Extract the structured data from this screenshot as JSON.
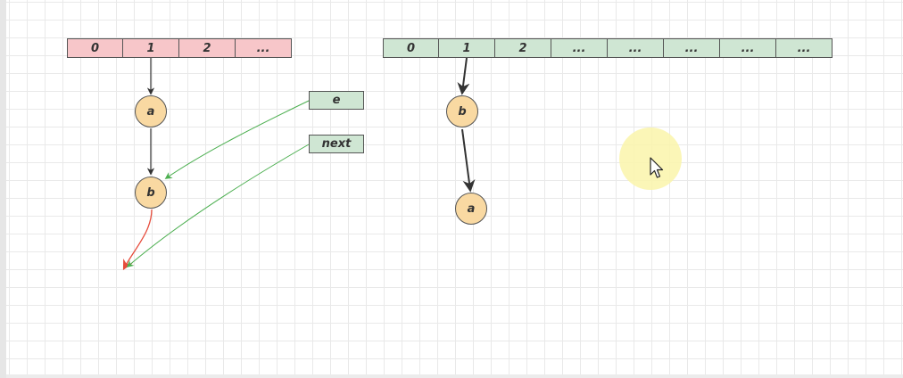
{
  "left_array": {
    "cells": [
      "0",
      "1",
      "2",
      "..."
    ],
    "color": "#f7c6c9"
  },
  "right_array": {
    "cells": [
      "0",
      "1",
      "2",
      "...",
      "...",
      "...",
      "...",
      "..."
    ],
    "color": "#cfe6d3"
  },
  "left_chain": {
    "node_top": "a",
    "node_bottom": "b"
  },
  "right_chain": {
    "node_top": "b",
    "node_bottom": "a"
  },
  "pointers": {
    "e": "e",
    "next": "next"
  },
  "colors": {
    "node_fill": "#f9d9a2",
    "pointer_arrow": "#4caf50",
    "null_arrow": "#e74c3c",
    "link_arrow": "#333333"
  }
}
